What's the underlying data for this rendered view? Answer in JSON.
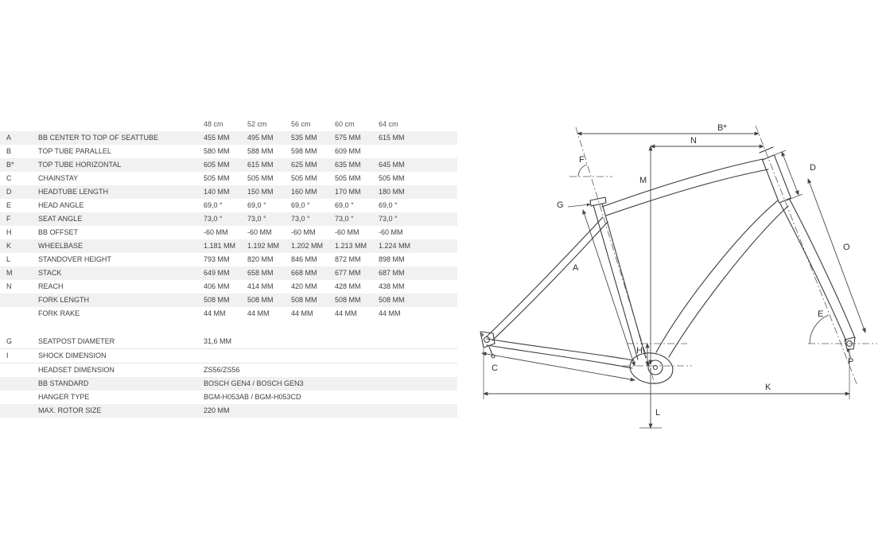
{
  "table": {
    "size_headers": [
      "48 cm",
      "52 cm",
      "56 cm",
      "60 cm",
      "64 cm"
    ],
    "rows": [
      {
        "key": "A",
        "label": "BB CENTER TO TOP OF SEATTUBE",
        "values": [
          "455 MM",
          "495 MM",
          "535 MM",
          "575 MM",
          "615 MM"
        ]
      },
      {
        "key": "B",
        "label": "TOP TUBE PARALLEL",
        "values": [
          "580 MM",
          "588 MM",
          "598 MM",
          "609 MM",
          ""
        ]
      },
      {
        "key": "B*",
        "label": "TOP TUBE HORIZONTAL",
        "values": [
          "605 MM",
          "615 MM",
          "625 MM",
          "635 MM",
          "645 MM"
        ]
      },
      {
        "key": "C",
        "label": "CHAINSTAY",
        "values": [
          "505 MM",
          "505 MM",
          "505 MM",
          "505 MM",
          "505 MM"
        ]
      },
      {
        "key": "D",
        "label": "HEADTUBE LENGTH",
        "values": [
          "140 MM",
          "150 MM",
          "160 MM",
          "170 MM",
          "180 MM"
        ]
      },
      {
        "key": "E",
        "label": "HEAD ANGLE",
        "values": [
          "69,0 °",
          "69,0 °",
          "69,0 °",
          "69,0 °",
          "69,0 °"
        ]
      },
      {
        "key": "F",
        "label": "SEAT ANGLE",
        "values": [
          "73,0 °",
          "73,0 °",
          "73,0 °",
          "73,0 °",
          "73,0 °"
        ]
      },
      {
        "key": "H",
        "label": "BB OFFSET",
        "values": [
          "-60 MM",
          "-60 MM",
          "-60 MM",
          "-60 MM",
          "-60 MM"
        ]
      },
      {
        "key": "K",
        "label": "WHEELBASE",
        "values": [
          "1.181 MM",
          "1.192 MM",
          "1.202 MM",
          "1.213 MM",
          "1.224 MM"
        ]
      },
      {
        "key": "L",
        "label": "STANDOVER HEIGHT",
        "values": [
          "793 MM",
          "820 MM",
          "846 MM",
          "872 MM",
          "898 MM"
        ]
      },
      {
        "key": "M",
        "label": "STACK",
        "values": [
          "649 MM",
          "658 MM",
          "668 MM",
          "677 MM",
          "687 MM"
        ]
      },
      {
        "key": "N",
        "label": "REACH",
        "values": [
          "406 MM",
          "414 MM",
          "420 MM",
          "428 MM",
          "438 MM"
        ]
      },
      {
        "key": "",
        "label": "FORK LENGTH",
        "values": [
          "508 MM",
          "508 MM",
          "508 MM",
          "508 MM",
          "508 MM"
        ]
      },
      {
        "key": "",
        "label": "FORK RAKE",
        "values": [
          "44 MM",
          "44 MM",
          "44 MM",
          "44 MM",
          "44 MM"
        ]
      }
    ],
    "spec_rows": [
      {
        "key": "G",
        "label": "SEATPOST DIAMETER",
        "value": "31,6 MM"
      },
      {
        "key": "I",
        "label": "SHOCK DIMENSION",
        "value": ""
      },
      {
        "key": "",
        "label": "HEADSET DIMENSION",
        "value": "ZS56/ZS56"
      },
      {
        "key": "",
        "label": "BB STANDARD",
        "value": "BOSCH GEN4 / BOSCH GEN3"
      },
      {
        "key": "",
        "label": "HANGER TYPE",
        "value": "BGM-H053AB / BGM-H053CD"
      },
      {
        "key": "",
        "label": "MAX. ROTOR SIZE",
        "value": "220 MM"
      }
    ]
  },
  "diagram": {
    "line_color": "#3b3b3b",
    "labels": {
      "A": "A",
      "B_star": "B*",
      "C": "C",
      "D": "D",
      "E": "E",
      "F": "F",
      "G": "G",
      "H": "H",
      "K": "K",
      "L": "L",
      "M": "M",
      "N": "N",
      "O": "O",
      "P": "P"
    }
  }
}
